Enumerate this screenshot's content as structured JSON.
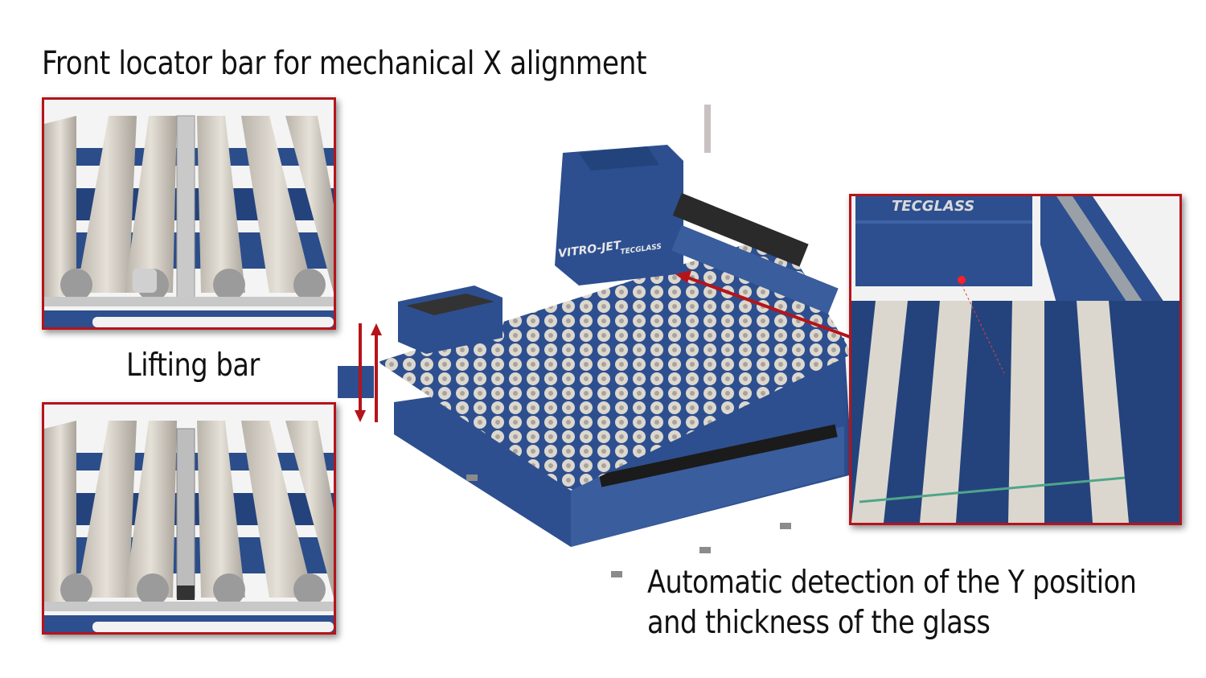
{
  "captions": {
    "front_locator": "Front locator bar for mechanical X alignment",
    "lifting_bar": "Lifting bar",
    "auto_detection_line1": "Automatic detection of the Y position",
    "auto_detection_line2": "and thickness of the glass"
  },
  "machine": {
    "head_brand": "VITRO-JET",
    "head_maker": "TECGLASS",
    "inset_maker": "TECGLASS"
  },
  "colors": {
    "accent_red": "#b5141b",
    "machine_blue": "#2d4f8f",
    "roller_beige": "#d9d4cc",
    "text": "#111111"
  },
  "insets": [
    {
      "name": "front-locator-bar-inset",
      "state": "bar raised"
    },
    {
      "name": "lifting-bar-inset",
      "state": "bar lowered"
    },
    {
      "name": "laser-detection-inset",
      "state": "laser point on glass"
    }
  ]
}
